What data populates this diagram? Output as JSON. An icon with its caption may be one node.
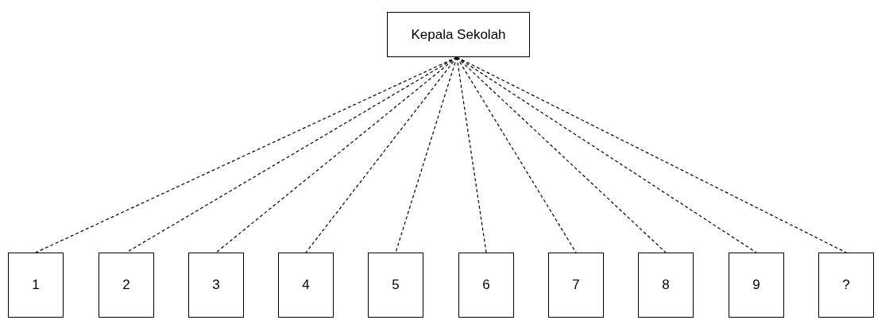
{
  "diagram": {
    "nodes": [
      {
        "text": [
          "Kepala Sekolah"
        ]
      },
      {
        "text": [
          "1"
        ]
      },
      {
        "text": [
          "2"
        ]
      },
      {
        "text": [
          "3"
        ]
      },
      {
        "text": [
          "4"
        ]
      },
      {
        "text": [
          "5"
        ]
      },
      {
        "text": [
          "6"
        ]
      },
      {
        "text": [
          "7"
        ]
      },
      {
        "text": [
          "8"
        ]
      },
      {
        "text": [
          "9"
        ]
      },
      {
        "text": [
          "?"
        ]
      }
    ],
    "edges": [
      {
        "from": 0,
        "to": 1,
        "arrow": "none",
        "style": "dashed"
      },
      {
        "from": 0,
        "to": 2,
        "arrow": "none",
        "style": "dashed"
      },
      {
        "from": 0,
        "to": 3,
        "arrow": "none",
        "style": "dashed"
      },
      {
        "from": 0,
        "to": 4,
        "arrow": "none",
        "style": "dashed"
      },
      {
        "from": 0,
        "to": 5,
        "arrow": "none",
        "style": "dashed"
      },
      {
        "from": 0,
        "to": 6,
        "arrow": "none",
        "style": "dashed"
      },
      {
        "from": 0,
        "to": 7,
        "arrow": "none",
        "style": "dashed"
      },
      {
        "from": 0,
        "to": 8,
        "arrow": "none",
        "style": "dashed"
      },
      {
        "from": 0,
        "to": 9,
        "arrow": "none",
        "style": "dashed"
      },
      {
        "from": 0,
        "to": 10,
        "arrow": "none",
        "style": "dashed"
      }
    ]
  }
}
